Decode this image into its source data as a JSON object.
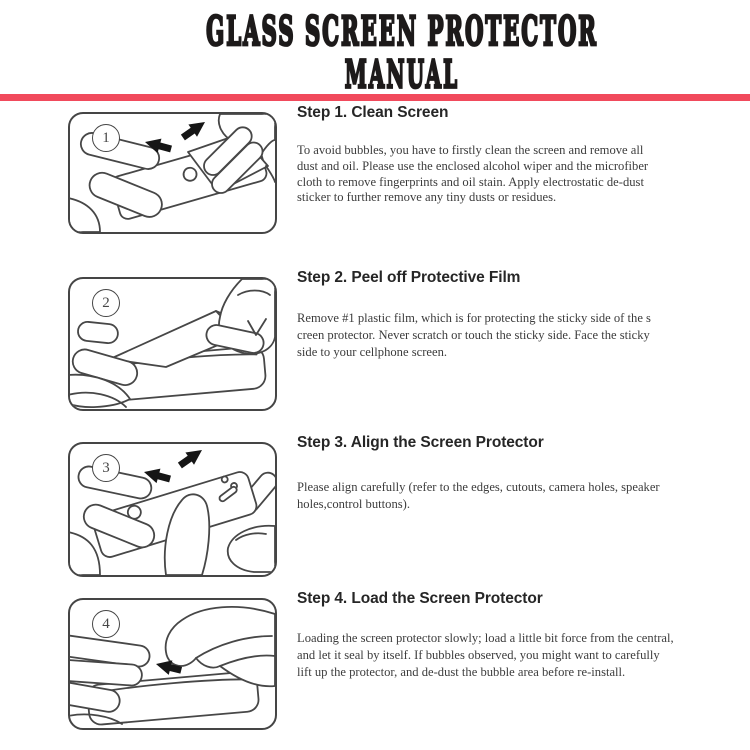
{
  "title": {
    "line1": "GLASS SCREEN PROTECTOR",
    "line2": "MANUAL"
  },
  "divider_color": "#f14a5c",
  "steps": [
    {
      "number": "1",
      "heading": "Step 1. Clean Screen",
      "body": "To avoid bubbles, you have to firstly clean the screen and remove all\ndust and oil. Please use the enclosed alcohol wiper and the microfiber\ncloth to remove fingerprints and oil stain. Apply electrostatic de-dust\nsticker to further remove any tiny dusts or residues.",
      "illustration": "clean-screen"
    },
    {
      "number": "2",
      "heading": "Step 2. Peel off Protective Film",
      "body": "Remove #1 plastic film, which is for protecting the sticky side of the s\ncreen protector. Never scratch or touch the sticky side. Face the sticky\nside to your cellphone screen.",
      "illustration": "peel-film"
    },
    {
      "number": "3",
      "heading": "Step 3. Align the Screen Protector",
      "body": "Please align carefully (refer to the edges, cutouts, camera holes, speaker\nholes,control buttons).",
      "illustration": "align-protector"
    },
    {
      "number": "4",
      "heading": "Step 4. Load the Screen Protector",
      "body": "Loading the screen protector slowly; load a little bit force from the central,\nand let it seal by itself. If bubbles observed, you might want to carefully\nlift up the protector, and de-dust the bubble area before re-install.",
      "illustration": "load-protector"
    }
  ]
}
